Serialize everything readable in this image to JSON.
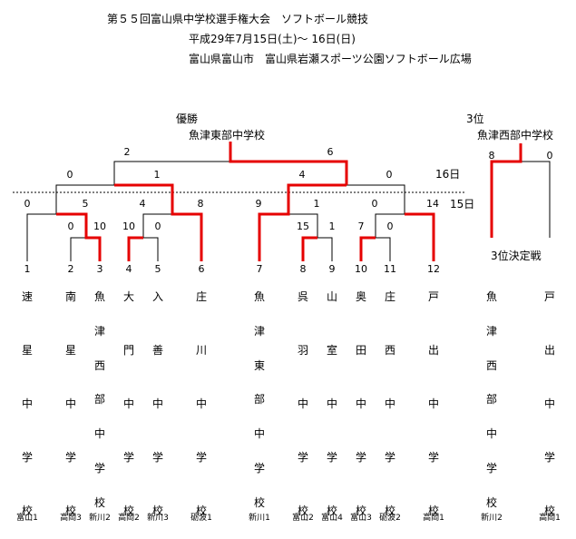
{
  "header": {
    "title": "第５５回富山県中学校選手権大会　ソフトボール競技",
    "dates": "平成29年7月15日(土)～ 16日(日)",
    "venue": "富山県富山市　富山県岩瀬スポーツ公園ソフトボール広場"
  },
  "labels": {
    "champion_label": "優勝",
    "champion_school": "魚津東部中学校",
    "third_label": "3位",
    "third_school": "魚津西部中学校",
    "third_match": "3位決定戦",
    "day16": "16日",
    "day15": "15日"
  },
  "scores": {
    "final_left": "2",
    "final_right": "6",
    "sf1_left": "0",
    "sf1_right": "1",
    "sf2_left": "4",
    "sf2_right": "0",
    "qf1_left": "0",
    "qf1_right": "5",
    "qf2_left": "4",
    "qf2_right": "8",
    "qf3_left": "9",
    "qf3_right": "1",
    "qf4_left": "0",
    "qf4_right": "14",
    "r1a_left": "0",
    "r1a_right": "10",
    "r1b_left": "10",
    "r1b_right": "0",
    "r1c_left": "15",
    "r1c_right": "1",
    "r1d_left": "7",
    "r1d_right": "0",
    "third_left": "8",
    "third_right": "0"
  },
  "teams": [
    {
      "seed": "1",
      "name": [
        "速",
        "",
        "星",
        "",
        "中",
        "",
        "学",
        "",
        "校"
      ],
      "region": "富山1"
    },
    {
      "seed": "2",
      "name": [
        "南",
        "",
        "星",
        "",
        "中",
        "",
        "学",
        "",
        "校"
      ],
      "region": "高岡3"
    },
    {
      "seed": "3",
      "name": [
        "魚",
        "津",
        "西",
        "部",
        "中",
        "学",
        "校"
      ],
      "region": "新川2"
    },
    {
      "seed": "4",
      "name": [
        "大",
        "",
        "門",
        "",
        "中",
        "",
        "学",
        "",
        "校"
      ],
      "region": "高岡2"
    },
    {
      "seed": "5",
      "name": [
        "入",
        "",
        "善",
        "",
        "中",
        "",
        "学",
        "",
        "校"
      ],
      "region": "新川3"
    },
    {
      "seed": "6",
      "name": [
        "庄",
        "",
        "川",
        "",
        "中",
        "",
        "学",
        "",
        "校"
      ],
      "region": "砺波1"
    },
    {
      "seed": "7",
      "name": [
        "魚",
        "津",
        "東",
        "部",
        "中",
        "学",
        "校"
      ],
      "region": "新川1"
    },
    {
      "seed": "8",
      "name": [
        "呉",
        "",
        "羽",
        "",
        "中",
        "",
        "学",
        "",
        "校"
      ],
      "region": "富山2"
    },
    {
      "seed": "9",
      "name": [
        "山",
        "",
        "室",
        "",
        "中",
        "",
        "学",
        "",
        "校"
      ],
      "region": "富山4"
    },
    {
      "seed": "10",
      "name": [
        "奥",
        "",
        "田",
        "",
        "中",
        "",
        "学",
        "",
        "校"
      ],
      "region": "富山3"
    },
    {
      "seed": "11",
      "name": [
        "庄",
        "",
        "西",
        "",
        "中",
        "",
        "学",
        "",
        "校"
      ],
      "region": "砺波2"
    },
    {
      "seed": "12",
      "name": [
        "戸",
        "",
        "出",
        "",
        "中",
        "",
        "学",
        "",
        "校"
      ],
      "region": "高岡1"
    }
  ],
  "third_teams": [
    {
      "name": [
        "魚",
        "津",
        "西",
        "部",
        "中",
        "学",
        "校"
      ],
      "region": "新川2"
    },
    {
      "name": [
        "戸",
        "",
        "出",
        "",
        "中",
        "",
        "学",
        "",
        "校"
      ],
      "region": "高岡1"
    }
  ],
  "colors": {
    "winner_line": "#e60000",
    "line": "#000000"
  }
}
